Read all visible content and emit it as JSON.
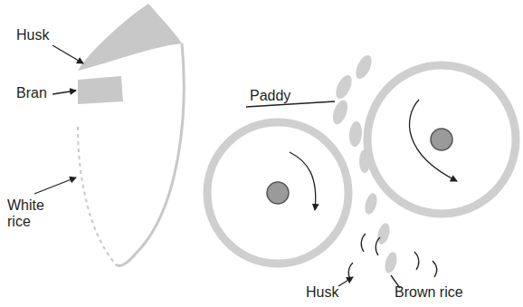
{
  "diagram": {
    "labels": [
      "Husk",
      "Bran",
      "White rice",
      "Paddy",
      "Husk",
      "Brown rice"
    ]
  }
}
